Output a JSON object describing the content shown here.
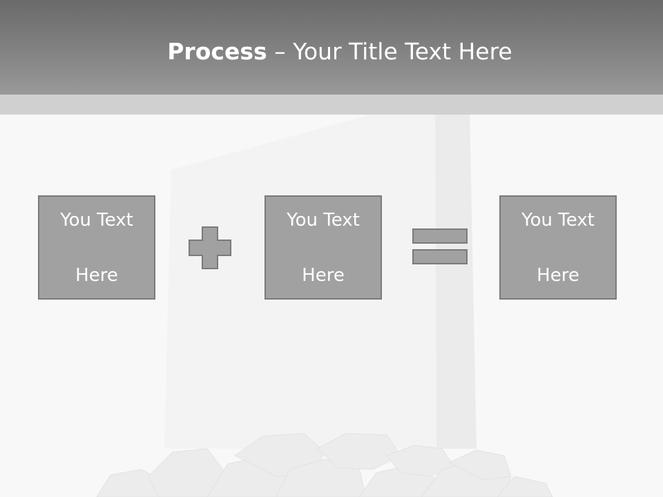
{
  "slide": {
    "title_bold": "Process",
    "title_rest": " – Your Title Text Here",
    "boxes": [
      {
        "line1": "You Text",
        "line2": "Here"
      },
      {
        "line1": "You Text",
        "line2": "Here"
      },
      {
        "line1": "You Text",
        "line2": "Here"
      }
    ],
    "operators": [
      "plus-icon",
      "equals-icon"
    ]
  },
  "colors": {
    "title_bar": "#7e7e7e",
    "strip": "#d0d0d0",
    "box_fill": "#a1a1a1",
    "box_border": "#7a7a7a",
    "background": "#f8f8f8"
  }
}
